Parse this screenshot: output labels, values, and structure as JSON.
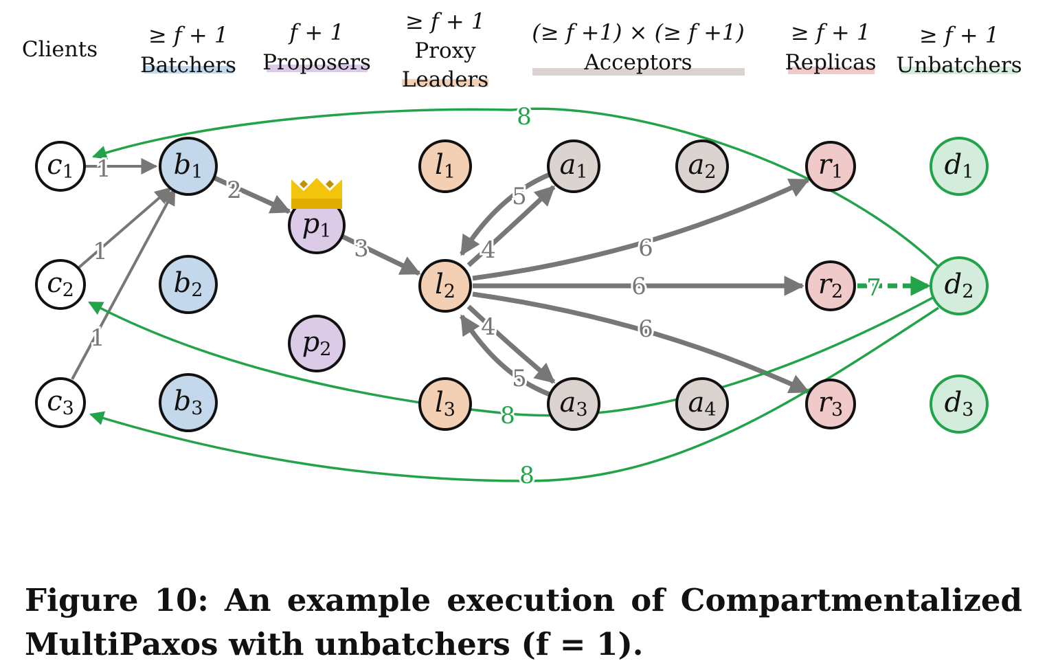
{
  "headers": {
    "clients": "Clients",
    "batchers": {
      "count": "≥ f + 1",
      "label": "Batchers"
    },
    "proposers": {
      "count": "f + 1",
      "label": "Proposers"
    },
    "proxy_leaders": {
      "count": "≥ f + 1",
      "label1": "Proxy",
      "label2": "Leaders"
    },
    "acceptors": {
      "count": "(≥ f +1) × (≥ f +1)",
      "label": "Acceptors"
    },
    "replicas": {
      "count": "≥ f + 1",
      "label": "Replicas"
    },
    "unbatchers": {
      "count": "≥ f + 1",
      "label": "Unbatchers"
    }
  },
  "nodes": [
    {
      "id": "c1",
      "letter": "c",
      "sub": "1",
      "group": "client"
    },
    {
      "id": "c2",
      "letter": "c",
      "sub": "2",
      "group": "client"
    },
    {
      "id": "c3",
      "letter": "c",
      "sub": "3",
      "group": "client"
    },
    {
      "id": "b1",
      "letter": "b",
      "sub": "1",
      "group": "batcher"
    },
    {
      "id": "b2",
      "letter": "b",
      "sub": "2",
      "group": "batcher"
    },
    {
      "id": "b3",
      "letter": "b",
      "sub": "3",
      "group": "batcher"
    },
    {
      "id": "p1",
      "letter": "p",
      "sub": "1",
      "group": "proposer",
      "leader": true
    },
    {
      "id": "p2",
      "letter": "p",
      "sub": "2",
      "group": "proposer"
    },
    {
      "id": "l1",
      "letter": "l",
      "sub": "1",
      "group": "proxy"
    },
    {
      "id": "l2",
      "letter": "l",
      "sub": "2",
      "group": "proxy"
    },
    {
      "id": "l3",
      "letter": "l",
      "sub": "3",
      "group": "proxy"
    },
    {
      "id": "a1",
      "letter": "a",
      "sub": "1",
      "group": "acceptor"
    },
    {
      "id": "a2",
      "letter": "a",
      "sub": "2",
      "group": "acceptor"
    },
    {
      "id": "a3",
      "letter": "a",
      "sub": "3",
      "group": "acceptor"
    },
    {
      "id": "a4",
      "letter": "a",
      "sub": "4",
      "group": "acceptor"
    },
    {
      "id": "r1",
      "letter": "r",
      "sub": "1",
      "group": "replica"
    },
    {
      "id": "r2",
      "letter": "r",
      "sub": "2",
      "group": "replica"
    },
    {
      "id": "r3",
      "letter": "r",
      "sub": "3",
      "group": "replica"
    },
    {
      "id": "d1",
      "letter": "d",
      "sub": "1",
      "group": "unbatcher"
    },
    {
      "id": "d2",
      "letter": "d",
      "sub": "2",
      "group": "unbatcher"
    },
    {
      "id": "d3",
      "letter": "d",
      "sub": "3",
      "group": "unbatcher"
    }
  ],
  "edges": [
    {
      "from": "c1",
      "to": "b1",
      "label": "1",
      "color": "gray"
    },
    {
      "from": "c2",
      "to": "b1",
      "label": "1",
      "color": "gray"
    },
    {
      "from": "c3",
      "to": "b1",
      "label": "1",
      "color": "gray"
    },
    {
      "from": "b1",
      "to": "p1",
      "label": "2",
      "color": "gray"
    },
    {
      "from": "p1",
      "to": "l2",
      "label": "3",
      "color": "gray"
    },
    {
      "from": "l2",
      "to": "a1",
      "label": "4",
      "color": "gray"
    },
    {
      "from": "a1",
      "to": "l2",
      "label": "5",
      "color": "gray"
    },
    {
      "from": "l2",
      "to": "a3",
      "label": "4",
      "color": "gray"
    },
    {
      "from": "a3",
      "to": "l2",
      "label": "5",
      "color": "gray"
    },
    {
      "from": "l2",
      "to": "r1",
      "label": "6",
      "color": "gray"
    },
    {
      "from": "l2",
      "to": "r2",
      "label": "6",
      "color": "gray"
    },
    {
      "from": "l2",
      "to": "r3",
      "label": "6",
      "color": "gray"
    },
    {
      "from": "r2",
      "to": "d2",
      "label": "7",
      "color": "green"
    },
    {
      "from": "d2",
      "to": "c1",
      "label": "8",
      "color": "green"
    },
    {
      "from": "d2",
      "to": "c2",
      "label": "8",
      "color": "green"
    },
    {
      "from": "d2",
      "to": "c3",
      "label": "8",
      "color": "green"
    }
  ],
  "colors": {
    "client": "#ffffff",
    "batcher": "#c3d8ea",
    "proposer": "#dccbe6",
    "proxy": "#f3cfb3",
    "acceptor": "#dbd3cf",
    "replica": "#f0c9c9",
    "unbatcher": "#d3ecdb",
    "gray_arrow": "#777777",
    "green_arrow": "#22a34a",
    "crown": "#f2c40c"
  },
  "caption": "Figure 10: An example execution of Compartmentalized MultiPaxos with unbatchers (f = 1)."
}
